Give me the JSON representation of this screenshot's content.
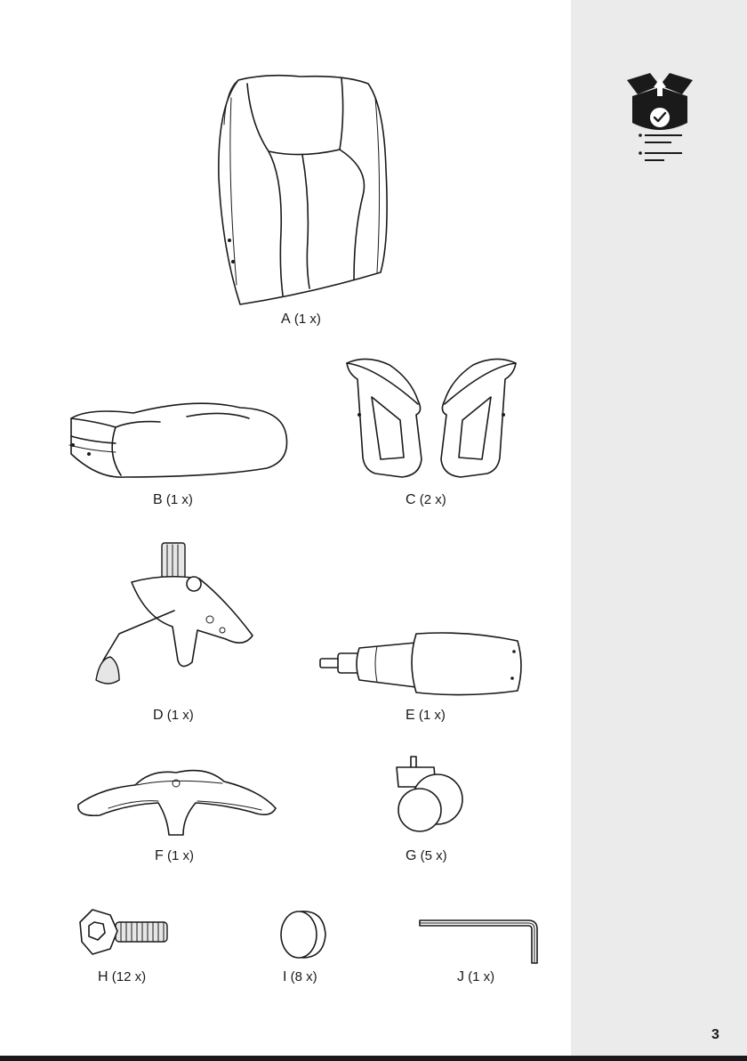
{
  "parts": [
    {
      "letter": "A",
      "qty": "(1 x)"
    },
    {
      "letter": "B",
      "qty": "(1 x)"
    },
    {
      "letter": "C",
      "qty": "(2 x)"
    },
    {
      "letter": "D",
      "qty": "(1 x)"
    },
    {
      "letter": "E",
      "qty": "(1 x)"
    },
    {
      "letter": "F",
      "qty": "(1 x)"
    },
    {
      "letter": "G",
      "qty": "(5 x)"
    },
    {
      "letter": "H",
      "qty": "(12 x)"
    },
    {
      "letter": "I",
      "qty": "(8 x)"
    },
    {
      "letter": "J",
      "qty": "(1 x)"
    }
  ],
  "page_number": "3",
  "sidebar": {
    "icon": "package-contents-checklist-icon"
  },
  "colors": {
    "sidebar_bg": "#ebebeb",
    "ink": "#1a1a1a"
  }
}
